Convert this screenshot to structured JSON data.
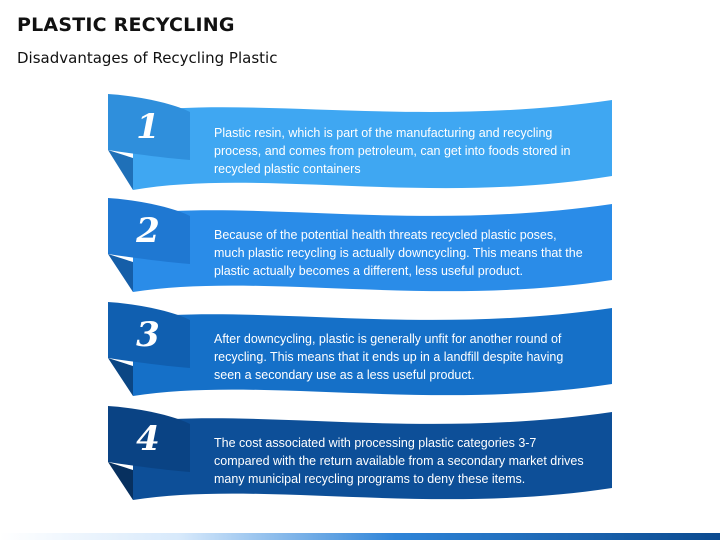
{
  "header": {
    "title": "PLASTIC RECYCLING",
    "subtitle": "Disadvantages of Recycling Plastic"
  },
  "items": [
    {
      "number": "1",
      "text": "Plastic resin, which is part of the manufacturing and recycling process, and comes from petroleum, can get into foods stored in recycled plastic containers",
      "color_main": "#3fa7f2",
      "color_tab": "#2f8fdc",
      "color_fold": "#1f70b8"
    },
    {
      "number": "2",
      "text": "Because of the potential health threats recycled plastic poses, much plastic recycling is actually downcycling. This means that the plastic actually becomes a different, less useful product.",
      "color_main": "#2a8ce8",
      "color_tab": "#1f78d2",
      "color_fold": "#155ea8"
    },
    {
      "number": "3",
      "text": "After downcycling, plastic is generally unfit for another round of recycling. This means that it ends up in a landfill despite having seen a secondary use as a less useful product.",
      "color_main": "#1570c8",
      "color_tab": "#105fb0",
      "color_fold": "#0b4684"
    },
    {
      "number": "4",
      "text": "The cost associated with processing plastic categories 3-7 compared with the return available from a secondary market drives many municipal recycling programs to deny these items.",
      "color_main": "#0d4f98",
      "color_tab": "#0a4384",
      "color_fold": "#07305f"
    }
  ]
}
